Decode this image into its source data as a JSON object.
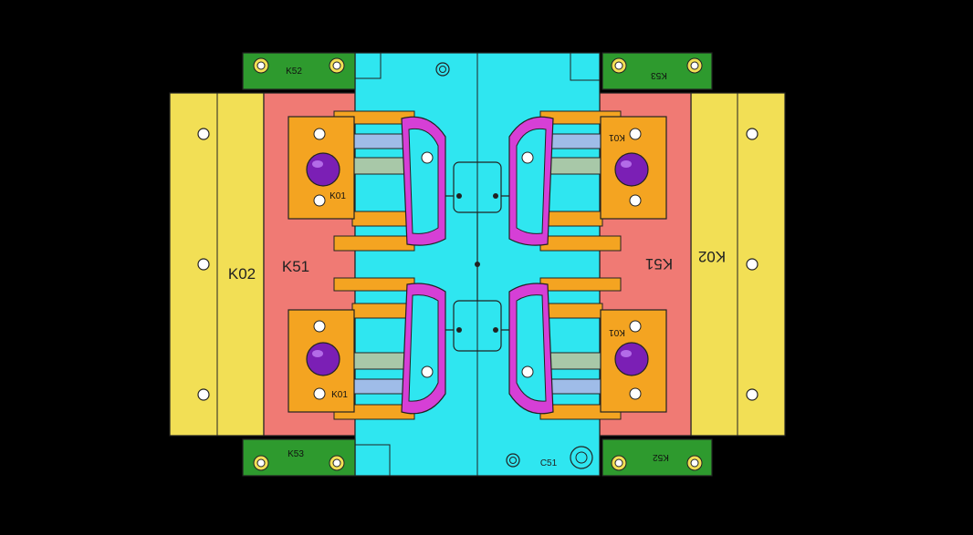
{
  "colors": {
    "background": "#000000",
    "yellow_plate": "#F2DF55",
    "red_plate": "#F07A74",
    "cyan_core": "#2FE6F0",
    "orange_slider": "#F4A421",
    "purple_pin": "#7B1FB5",
    "magenta_insert": "#D63FD6",
    "green_clamp": "#2E9A2E",
    "light_blue": "#9FBCE8",
    "outline": "#222222"
  },
  "labels": {
    "k02_left": "K02",
    "k02_right": "K02",
    "k51_left": "K51",
    "k51_right": "K51",
    "k52_top_left": "K52",
    "k53_top_right": "K53",
    "k53_bottom_left": "K53",
    "k52_bottom_right": "K52",
    "k01_top_left": "K01",
    "k01_bottom_left": "K01",
    "k01_top_right": "K01",
    "k01_bottom_right": "K01",
    "c51": "C51"
  },
  "icons": {
    "bolt": "bolt-icon",
    "pin": "ejector-pin-icon",
    "screw": "screw-icon"
  }
}
